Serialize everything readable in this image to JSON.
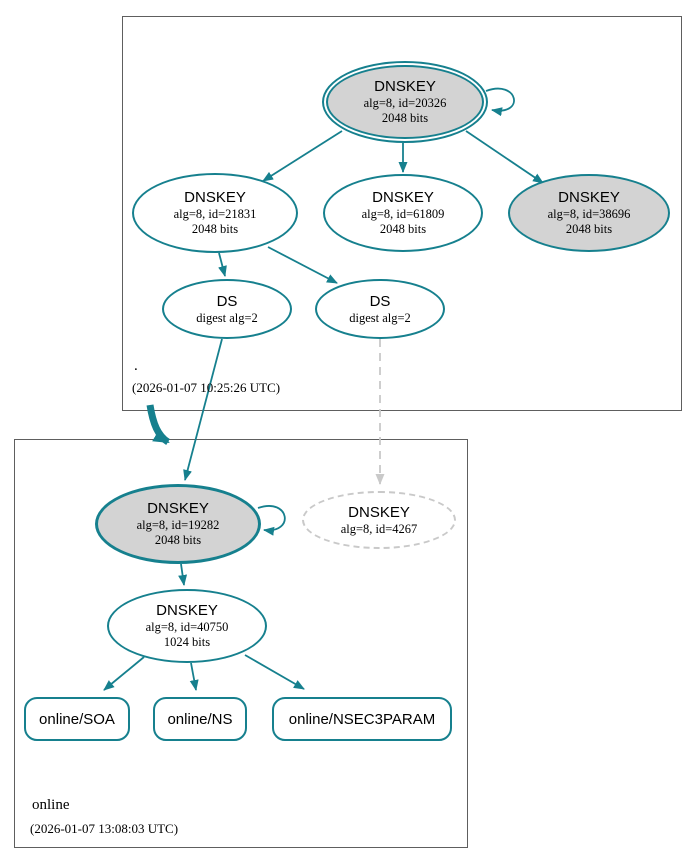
{
  "diagram_type": "DNSSEC authentication chain graph",
  "colors": {
    "secure_edge": "#16808e",
    "node_fill_gray": "#d3d3d3",
    "insecure_gray": "#c9c9c9",
    "cluster_border": "#5e5e5e"
  },
  "clusters": {
    "root": {
      "label": ".",
      "timestamp": "(2026-01-07 10:25:26 UTC)"
    },
    "online": {
      "label": "online",
      "timestamp": "(2026-01-07 13:08:03 UTC)"
    }
  },
  "nodes": {
    "key20326": {
      "type": "DNSKEY",
      "detail1": "alg=8, id=20326",
      "detail2": "2048 bits"
    },
    "key21831": {
      "type": "DNSKEY",
      "detail1": "alg=8, id=21831",
      "detail2": "2048 bits"
    },
    "key61809": {
      "type": "DNSKEY",
      "detail1": "alg=8, id=61809",
      "detail2": "2048 bits"
    },
    "key38696": {
      "type": "DNSKEY",
      "detail1": "alg=8, id=38696",
      "detail2": "2048 bits"
    },
    "ds1": {
      "type": "DS",
      "detail1": "digest alg=2"
    },
    "ds2": {
      "type": "DS",
      "detail1": "digest alg=2"
    },
    "key19282": {
      "type": "DNSKEY",
      "detail1": "alg=8, id=19282",
      "detail2": "2048 bits"
    },
    "key4267": {
      "type": "DNSKEY",
      "detail1": "alg=8, id=4267"
    },
    "key40750": {
      "type": "DNSKEY",
      "detail1": "alg=8, id=40750",
      "detail2": "1024 bits"
    },
    "soa": {
      "label": "online/SOA"
    },
    "ns": {
      "label": "online/NS"
    },
    "nsec3param": {
      "label": "online/NSEC3PARAM"
    }
  }
}
